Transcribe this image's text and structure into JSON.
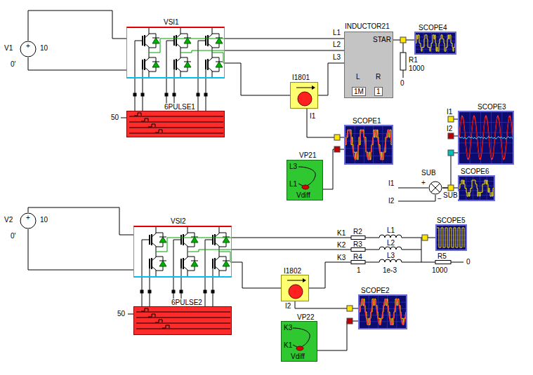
{
  "diagram": {
    "nodes": [
      {
        "text": [
          "V1",
          "+",
          "10",
          "0'"
        ]
      },
      {
        "text": [
          "VSI1"
        ]
      },
      {
        "text": [
          "6PULSE1"
        ]
      },
      {
        "text": [
          "INDUCTOR21",
          "STAR",
          "L",
          "R",
          "1M",
          "1"
        ]
      },
      {
        "text": [
          "SCOPE4"
        ]
      },
      {
        "text": [
          "I1801"
        ]
      },
      {
        "text": [
          "SCOPE1"
        ]
      },
      {
        "text": [
          "VP21",
          "L3",
          "L1",
          "Vdiff"
        ]
      },
      {
        "text": [
          "SCOPE3"
        ]
      },
      {
        "text": [
          "SUB",
          "+",
          "−"
        ]
      },
      {
        "text": [
          "SCOPE6"
        ]
      },
      {
        "text": [
          "V2",
          "+",
          "10",
          "0'"
        ]
      },
      {
        "text": [
          "VSI2"
        ]
      },
      {
        "text": [
          "6PULSE2"
        ]
      },
      {
        "text": [
          "SCOPE5"
        ]
      },
      {
        "text": [
          "I1802"
        ]
      },
      {
        "text": [
          "SCOPE2"
        ]
      },
      {
        "text": [
          "VP22",
          "K3",
          "K1",
          "Vdiff"
        ]
      }
    ],
    "edges": [
      {
        "from": 0,
        "to": 1,
        "arrow": "none"
      },
      {
        "from": 0,
        "to": 1,
        "arrow": "none"
      },
      {
        "from": 2,
        "to": 1,
        "arrow": "none"
      },
      {
        "from": 2,
        "to": 1,
        "arrow": "none"
      },
      {
        "from": 2,
        "to": 1,
        "arrow": "none"
      },
      {
        "from": 2,
        "to": 1,
        "arrow": "none"
      },
      {
        "from": 2,
        "to": 1,
        "arrow": "none"
      },
      {
        "from": 2,
        "to": 1,
        "arrow": "none"
      },
      {
        "from": 1,
        "to": 3,
        "arrow": "none"
      },
      {
        "from": 1,
        "to": 3,
        "arrow": "none"
      },
      {
        "from": 1,
        "to": 5,
        "arrow": "none"
      },
      {
        "from": 5,
        "to": 3,
        "arrow": "none"
      },
      {
        "from": 3,
        "to": 4,
        "arrow": "none"
      },
      {
        "from": 5,
        "to": 6,
        "arrow": "none"
      },
      {
        "from": 7,
        "to": 6,
        "arrow": "none"
      },
      {
        "from": 9,
        "to": 10,
        "arrow": "none"
      },
      {
        "from": 9,
        "to": 8,
        "arrow": "none"
      },
      {
        "from": 11,
        "to": 12,
        "arrow": "none"
      },
      {
        "from": 11,
        "to": 12,
        "arrow": "none"
      },
      {
        "from": 13,
        "to": 12,
        "arrow": "none"
      },
      {
        "from": 13,
        "to": 12,
        "arrow": "none"
      },
      {
        "from": 13,
        "to": 12,
        "arrow": "none"
      },
      {
        "from": 13,
        "to": 12,
        "arrow": "none"
      },
      {
        "from": 13,
        "to": 12,
        "arrow": "none"
      },
      {
        "from": 13,
        "to": 12,
        "arrow": "none"
      },
      {
        "from": 12,
        "to": 15,
        "arrow": "none"
      },
      {
        "from": 15,
        "to": 16,
        "arrow": "none"
      },
      {
        "from": 17,
        "to": 16,
        "arrow": "none"
      }
    ],
    "labels": [
      "50",
      "L1",
      "L2",
      "L3",
      "R1",
      "1000",
      "0",
      "I1",
      "I1",
      "I2",
      "I1",
      "I2",
      "SUB",
      "50",
      "K1",
      "K2",
      "K3",
      "R2",
      "R3",
      "R4",
      "1",
      "L1",
      "L2",
      "L3",
      "1e-3",
      "R5",
      "1000",
      "0",
      "I2"
    ]
  }
}
